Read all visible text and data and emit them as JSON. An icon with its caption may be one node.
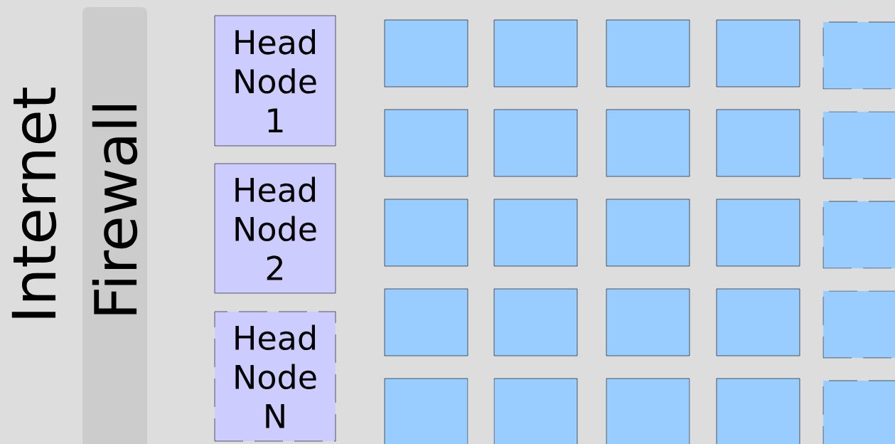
{
  "diagram": {
    "nodes": [
      {
        "text": [
          "Firewall"
        ]
      },
      {
        "text": [
          "Head Node 1"
        ]
      },
      {
        "text": [
          "Head Node 2"
        ]
      },
      {
        "text": [
          "Head Node N"
        ]
      },
      {
        "text": [],
        "shape": "box"
      },
      {
        "text": [],
        "shape": "box"
      },
      {
        "text": [],
        "shape": "box"
      },
      {
        "text": [],
        "shape": "box"
      },
      {
        "text": [],
        "shape": "box"
      },
      {
        "text": [],
        "shape": "box"
      },
      {
        "text": [],
        "shape": "box"
      },
      {
        "text": [],
        "shape": "box"
      },
      {
        "text": [],
        "shape": "box"
      },
      {
        "text": [],
        "shape": "box"
      },
      {
        "text": [],
        "shape": "box"
      },
      {
        "text": [],
        "shape": "box"
      },
      {
        "text": [],
        "shape": "box"
      },
      {
        "text": [],
        "shape": "box"
      },
      {
        "text": [],
        "shape": "box"
      },
      {
        "text": [],
        "shape": "box"
      },
      {
        "text": [],
        "shape": "box"
      },
      {
        "text": [],
        "shape": "box"
      },
      {
        "text": [],
        "shape": "box"
      },
      {
        "text": [],
        "shape": "box"
      },
      {
        "text": [],
        "shape": "box"
      },
      {
        "text": [],
        "shape": "box"
      },
      {
        "text": [],
        "shape": "box"
      },
      {
        "text": [],
        "shape": "box"
      },
      {
        "text": [],
        "shape": "box"
      }
    ],
    "labels": [
      "Internet"
    ]
  }
}
